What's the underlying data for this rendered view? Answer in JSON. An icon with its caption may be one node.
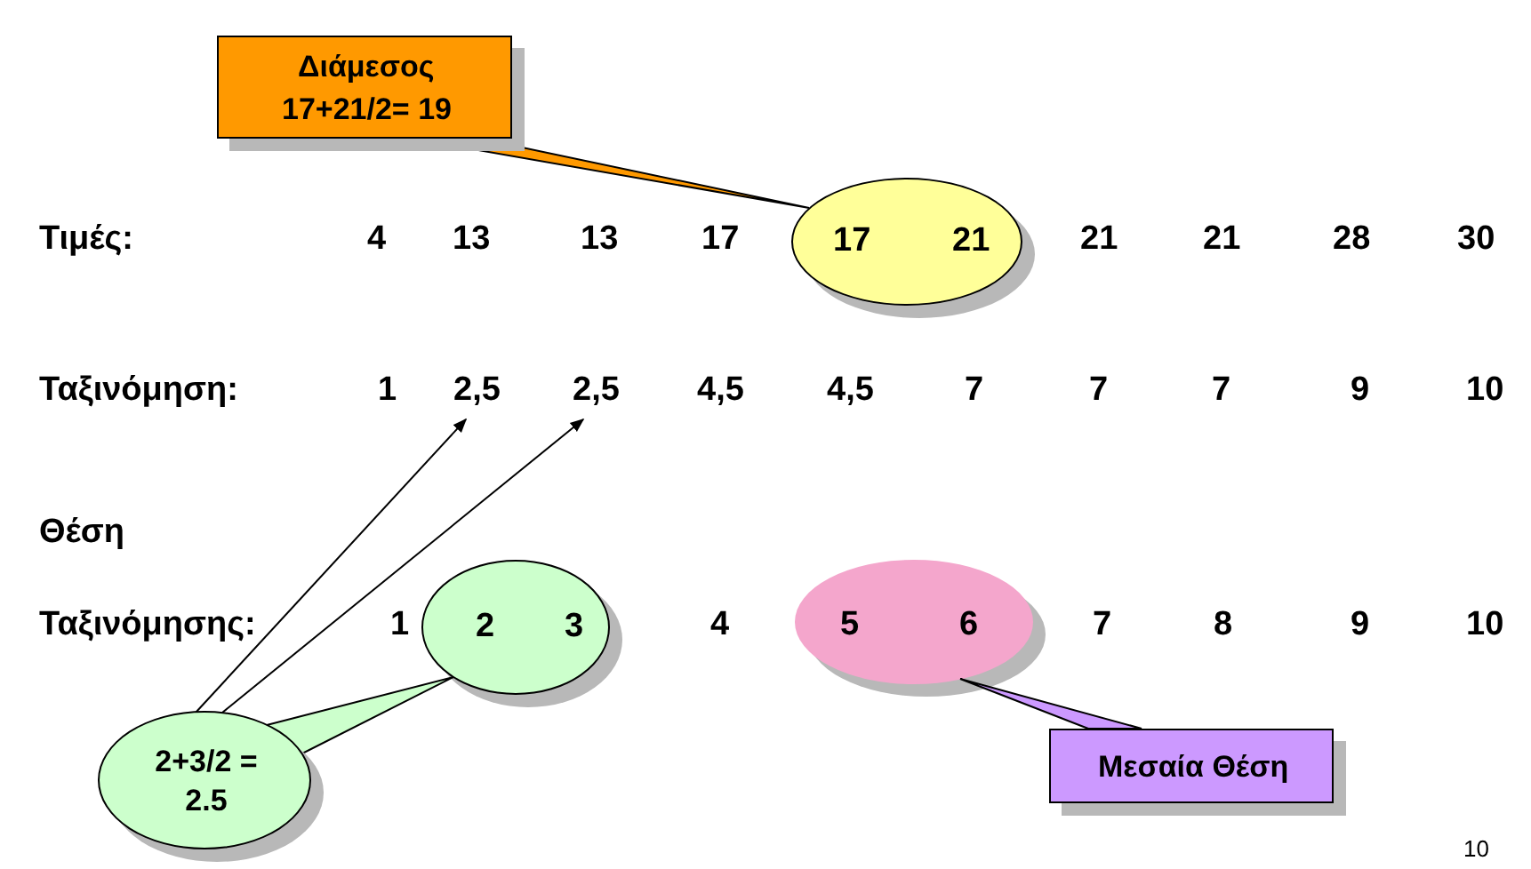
{
  "diagram": {
    "nodes": [
      {
        "text": [
          "Διάμεσος",
          "17+21/2= 19"
        ]
      },
      {
        "text": [
          "17",
          "21"
        ]
      },
      {
        "text": [
          "2,5"
        ]
      },
      {
        "text": [
          "2,5"
        ]
      },
      {
        "text": [
          "2",
          "3"
        ]
      },
      {
        "text": [
          "5",
          "6"
        ]
      },
      {
        "text": [
          "2+3/2 = 2.5"
        ]
      },
      {
        "text": [
          "Μεσαία Θέση"
        ]
      }
    ],
    "edges": [
      {
        "from": 0,
        "to": 1,
        "arrow": "none"
      },
      {
        "from": 6,
        "to": 2,
        "arrow": "to"
      },
      {
        "from": 6,
        "to": 3,
        "arrow": "to"
      },
      {
        "from": 6,
        "to": 4,
        "arrow": "none"
      },
      {
        "from": 7,
        "to": 5,
        "arrow": "none"
      }
    ],
    "labels": [
      "Τιμές:",
      "4",
      "13",
      "13",
      "17",
      "21",
      "21",
      "28",
      "30",
      "Ταξινόμηση:",
      "1",
      "4,5",
      "4,5",
      "7",
      "7",
      "7",
      "9",
      "10",
      "Θέση",
      "Ταξινόμησης:",
      "1",
      "4",
      "7",
      "8",
      "9",
      "10",
      "10"
    ]
  }
}
